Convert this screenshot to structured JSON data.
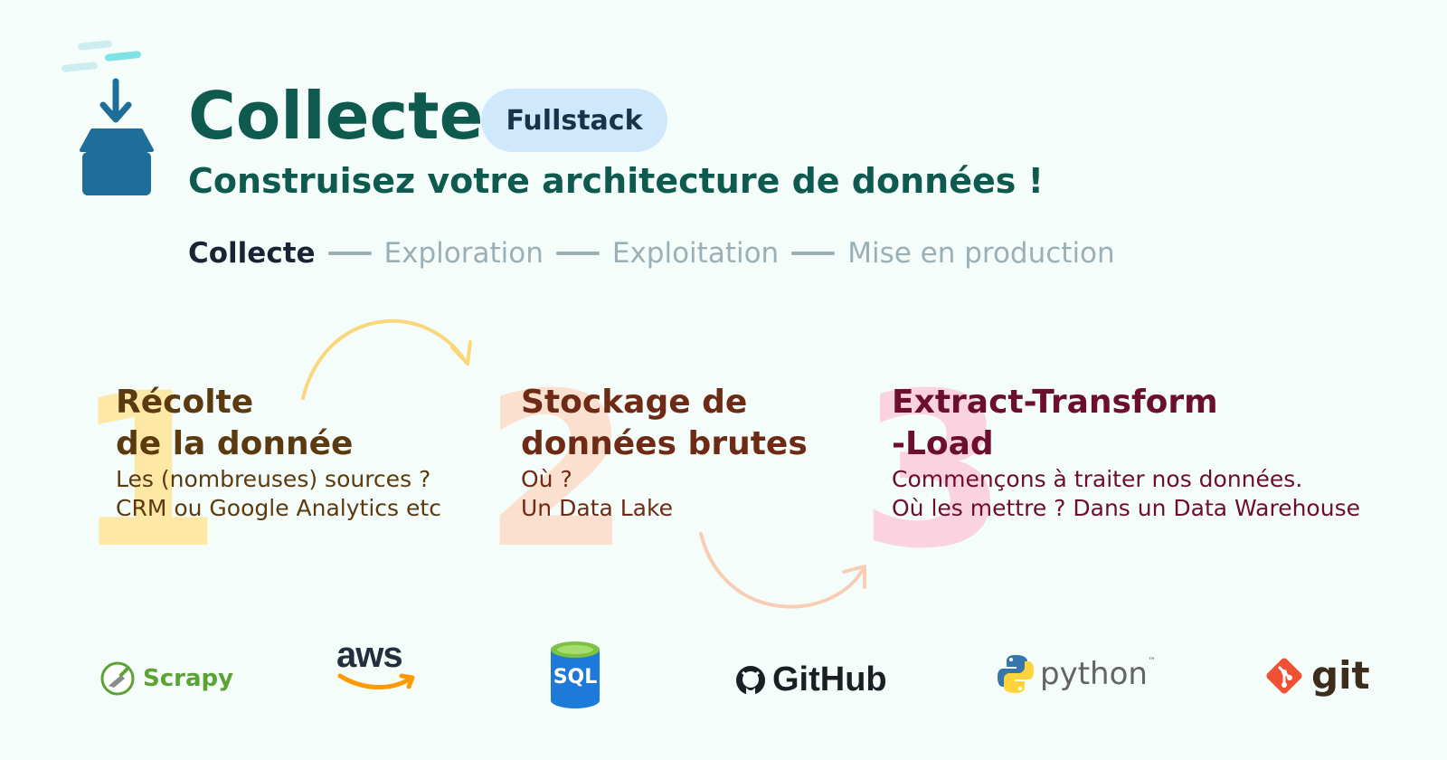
{
  "header": {
    "title": "Collecte",
    "badge": "Fullstack",
    "subtitle": "Construisez votre architecture de données !"
  },
  "steps": [
    {
      "label": "Collecte",
      "active": true
    },
    {
      "label": "Exploration",
      "active": false
    },
    {
      "label": "Exploitation",
      "active": false
    },
    {
      "label": "Mise en production",
      "active": false
    }
  ],
  "columns": [
    {
      "number": "1",
      "title_line1": "Récolte",
      "title_line2": "de la donnée",
      "text_line1": "Les (nombreuses) sources ?",
      "text_line2": "CRM ou Google Analytics etc"
    },
    {
      "number": "2",
      "title_line1": "Stockage de",
      "title_line2": "données brutes",
      "text_line1": "Où ?",
      "text_line2": "Un Data Lake"
    },
    {
      "number": "3",
      "title_line1": "Extract-Transform",
      "title_line2": "-Load",
      "text_line1": "Commençons à traiter nos données.",
      "text_line2": "Où les mettre ? Dans un Data Warehouse"
    }
  ],
  "logos": {
    "scrapy": "Scrapy",
    "aws": "aws",
    "sql": "SQL",
    "github": "GitHub",
    "python": "python",
    "python_tm": "™",
    "git": "git"
  },
  "colors": {
    "background": "#f4fdfa",
    "title": "#0f5a4e",
    "badge_bg": "#cfe8fb",
    "icon_blue": "#1d6e99",
    "arrow_yellow": "#fbd77c",
    "arrow_peach": "#f8cdb6"
  }
}
